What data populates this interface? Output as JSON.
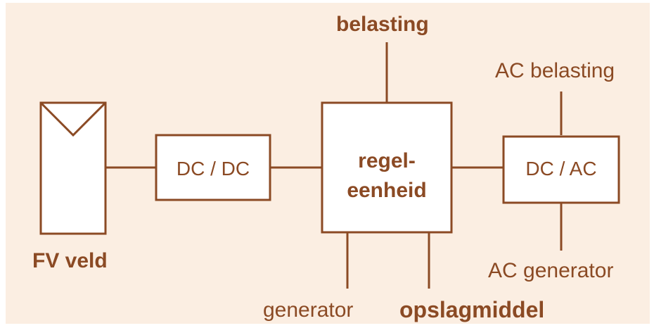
{
  "diagram": {
    "colors": {
      "stroke": "#8b4a24",
      "text": "#8b4a24",
      "background": "#fbeee2",
      "box_fill": "#ffffff"
    },
    "nodes": {
      "pv_field": {
        "label": "FV veld"
      },
      "dc_dc": {
        "label": "DC / DC"
      },
      "control_unit": {
        "line1": "regel-",
        "line2": "eenheid"
      },
      "dc_ac": {
        "label": "DC / AC"
      }
    },
    "terminals": {
      "load": "belasting",
      "generator": "generator",
      "storage": "opslagmiddel",
      "ac_load": "AC belasting",
      "ac_generator": "AC generator"
    }
  }
}
